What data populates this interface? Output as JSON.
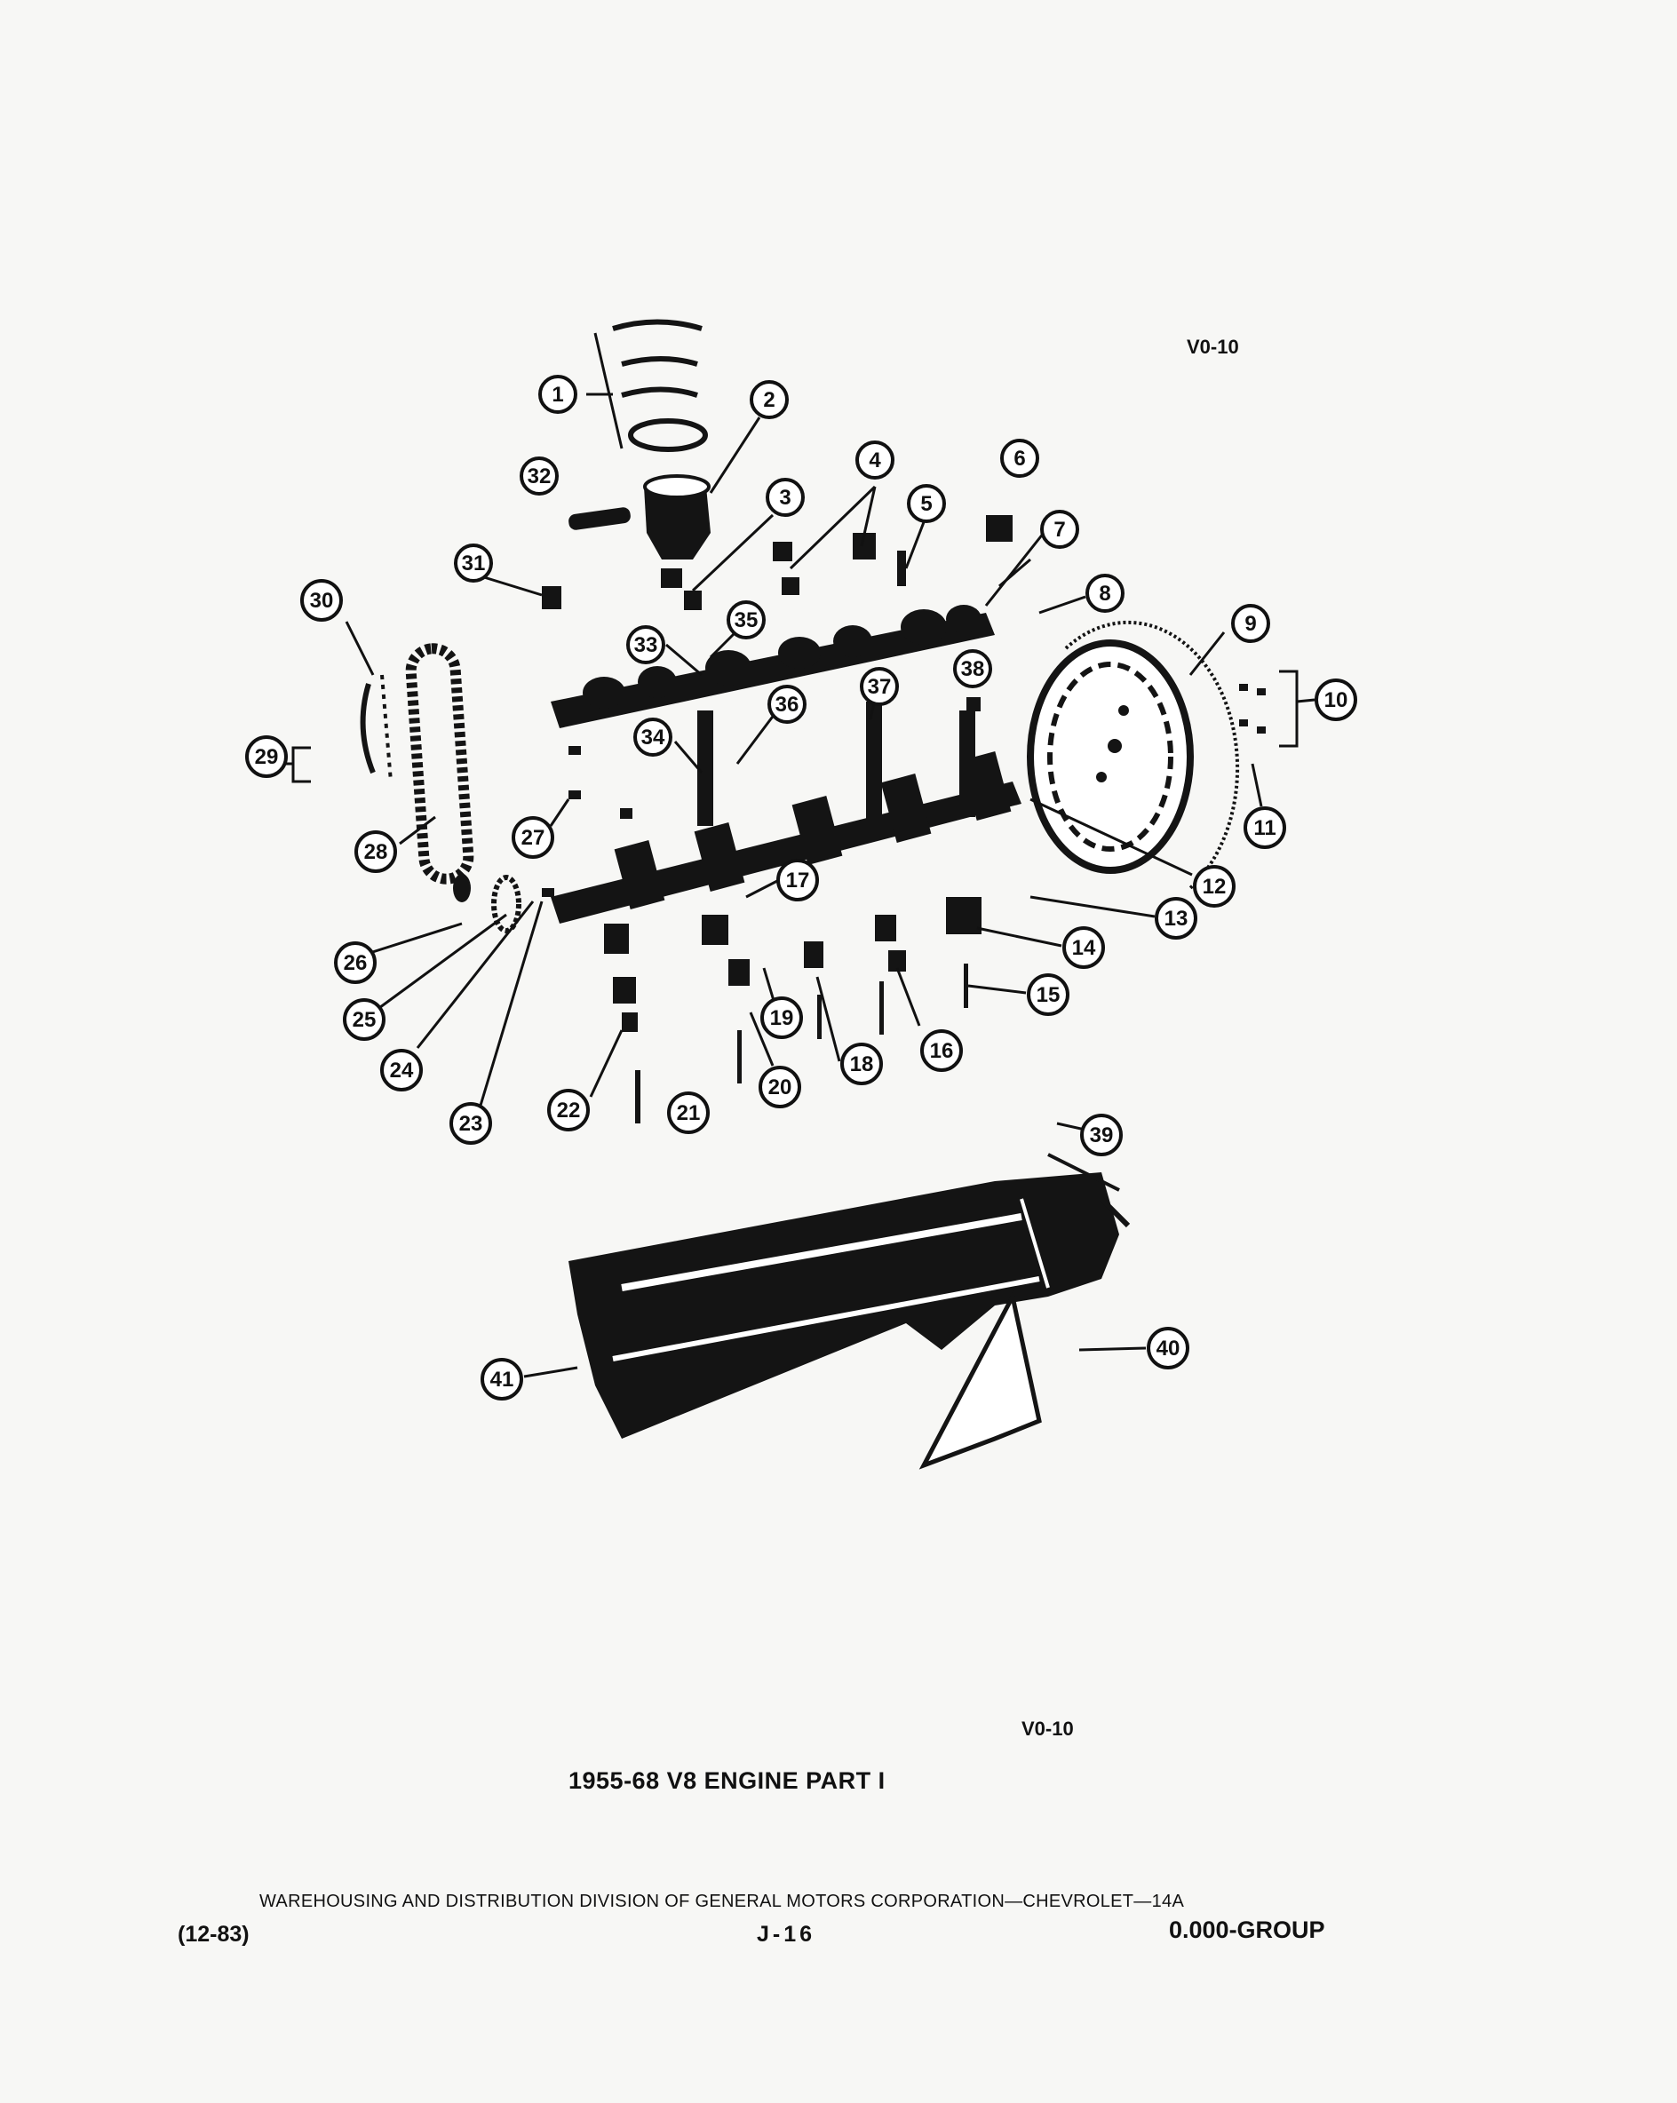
{
  "header": {
    "ref_code": "V0-10"
  },
  "figure": {
    "ref_code": "V0-10",
    "title": "1955-68 V8 ENGINE PART I"
  },
  "footer": {
    "publisher": "WAREHOUSING AND DISTRIBUTION DIVISION OF GENERAL MOTORS CORPORATION—CHEVROLET—14A",
    "date": "(12-83)",
    "page": "J-16",
    "group": "0.000-GROUP"
  },
  "callouts": [
    "1",
    "2",
    "3",
    "4",
    "5",
    "6",
    "7",
    "8",
    "9",
    "10",
    "11",
    "12",
    "13",
    "14",
    "15",
    "16",
    "17",
    "18",
    "19",
    "20",
    "21",
    "22",
    "23",
    "24",
    "25",
    "26",
    "27",
    "28",
    "29",
    "30",
    "31",
    "32",
    "33",
    "34",
    "35",
    "36",
    "37",
    "38",
    "39",
    "40",
    "41"
  ]
}
